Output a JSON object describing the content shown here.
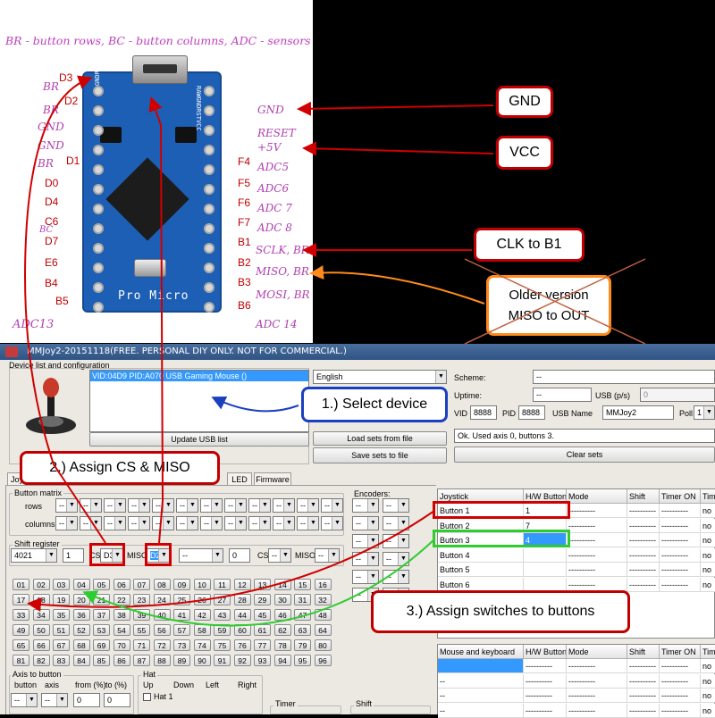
{
  "photo": {
    "caption": "BR - button rows, BC - button columns, ADC - sensors",
    "board_name": "Pro Micro",
    "left_labels": [
      "D3",
      "BR",
      "D2",
      "BR",
      "GND",
      "GND",
      "BR",
      "D1",
      "D0",
      "D4",
      "C6",
      "BC",
      "D7",
      "E6",
      "B4",
      "B5",
      "ADC13"
    ],
    "right_labels": [
      "GND",
      "RESET",
      "+5V",
      "F4",
      "ADC5",
      "F5",
      "ADC6",
      "F6",
      "ADC 7",
      "F7",
      "ADC 8",
      "B1",
      "SCLK, BR",
      "B2",
      "MISO, BR",
      "B3",
      "MOSI, BR",
      "B6",
      "ADC 14"
    ],
    "board_silk_top": "GNDRXI TXO",
    "board_silk_right": "RAWGNDRSTVCC"
  },
  "callouts": {
    "gnd": "GND",
    "vcc": "VCC",
    "clk": "CLK to B1",
    "older_line1": "Older version",
    "older_line2": "MISO to OUT",
    "select_device": "1.) Select device",
    "assign_cs": "2.) Assign CS & MISO",
    "assign_switches": "3.) Assign switches to buttons"
  },
  "colors": {
    "callout_border": "#c00000",
    "select_border": "#1a3fc0",
    "older_border": "#ff8c1a",
    "arrow_red": "#d00000",
    "arrow_blue": "#1a3fc0",
    "arrow_orange": "#ff8c1a",
    "arrow_green": "#2ecc2e"
  },
  "app": {
    "title": "MMJoy2-20151118(FREE. PERSONAL DIY ONLY. NOT FOR COMMERCIAL.)",
    "device_group": "Device list and configuration",
    "device_item": "VID:04D9 PID:A070 USB Gaming Mouse ()",
    "language": "English",
    "update_usb": "Update USB list",
    "load_sets": "Load sets from file",
    "save_sets": "Save sets to file",
    "scheme_label": "Scheme:",
    "scheme_value": "--",
    "uptime_label": "Uptime:",
    "uptime_value": "--",
    "usb_ps_label": "USB (p/s)",
    "usb_ps_value": "0",
    "vid_label": "VID",
    "vid_value": "8888",
    "pid_label": "PID",
    "pid_value": "8888",
    "usb_name_label": "USB Name",
    "usb_name_value": "MMJoy2",
    "poll_label": "Poll",
    "poll_value": "1",
    "status": "Ok. Used axis  0, buttons 3.",
    "clear_sets": "Clear sets",
    "tabs": [
      "Joy",
      "LED",
      "Firmware"
    ],
    "button_matrix": "Button matrix",
    "rows_label": "rows",
    "columns_label": "columns",
    "matrix_value": "--",
    "encoders": "Encoders:",
    "shift_register": "Shift register",
    "sr_type": "4021",
    "sr_count": "1",
    "cs_label": "CS",
    "cs_value": "D3",
    "miso_label": "MISO",
    "miso_value": "D2",
    "sr2_type": "--",
    "sr2_count": "0",
    "cs2_value": "--",
    "miso2_value": "--",
    "buttons": [
      "01",
      "02",
      "03",
      "04",
      "05",
      "06",
      "07",
      "08",
      "09",
      "10",
      "11",
      "12",
      "13",
      "14",
      "15",
      "16",
      "17",
      "18",
      "19",
      "20",
      "21",
      "22",
      "23",
      "24",
      "25",
      "26",
      "27",
      "28",
      "29",
      "30",
      "31",
      "32",
      "33",
      "34",
      "35",
      "36",
      "37",
      "38",
      "39",
      "40",
      "41",
      "42",
      "43",
      "44",
      "45",
      "46",
      "47",
      "48",
      "49",
      "50",
      "51",
      "52",
      "53",
      "54",
      "55",
      "56",
      "57",
      "58",
      "59",
      "60",
      "61",
      "62",
      "63",
      "64",
      "65",
      "66",
      "67",
      "68",
      "69",
      "70",
      "71",
      "72",
      "73",
      "74",
      "75",
      "76",
      "77",
      "78",
      "79",
      "80",
      "81",
      "82",
      "83",
      "84",
      "85",
      "86",
      "87",
      "88",
      "89",
      "90",
      "91",
      "92",
      "93",
      "94",
      "95",
      "96"
    ],
    "axis_group": "Axis to button",
    "axis_cols": [
      "button",
      "axis",
      "from (%)",
      "to (%)"
    ],
    "axis_values": [
      "--",
      "--",
      "0",
      "0"
    ],
    "hat_group": "Hat",
    "hat_cols": [
      "Up",
      "Down",
      "Left",
      "Right"
    ],
    "hat1": "Hat 1",
    "timer_group": "Timer",
    "shift_group": "Shift",
    "joy_table": {
      "headers": [
        "Joystick",
        "H/W Button",
        "Mode",
        "Shift",
        "Timer ON",
        "Time"
      ],
      "rows": [
        [
          "Button 1",
          "1",
          "----------",
          "----------",
          "----------",
          "no"
        ],
        [
          "Button 2",
          "7",
          "----------",
          "----------",
          "----------",
          "no"
        ],
        [
          "Button 3",
          "4",
          "----------",
          "----------",
          "----------",
          "no"
        ],
        [
          "Button 4",
          "",
          "----------",
          "----------",
          "----------",
          "no"
        ],
        [
          "Button 5",
          "",
          "----------",
          "----------",
          "----------",
          "no"
        ],
        [
          "Button 6",
          "",
          "----------",
          "----------",
          "----------",
          "no"
        ]
      ]
    },
    "kb_table": {
      "headers": [
        "Mouse and keyboard",
        "H/W Button",
        "Mode",
        "Shift",
        "Timer ON",
        "Time"
      ],
      "rows": [
        [
          "",
          "----------",
          "----------",
          "----------",
          "----------",
          "no"
        ],
        [
          "--",
          "----------",
          "----------",
          "----------",
          "----------",
          "no"
        ],
        [
          "--",
          "----------",
          "----------",
          "----------",
          "----------",
          "no"
        ],
        [
          "--",
          "----------",
          "----------",
          "----------",
          "----------",
          "no"
        ]
      ]
    }
  }
}
